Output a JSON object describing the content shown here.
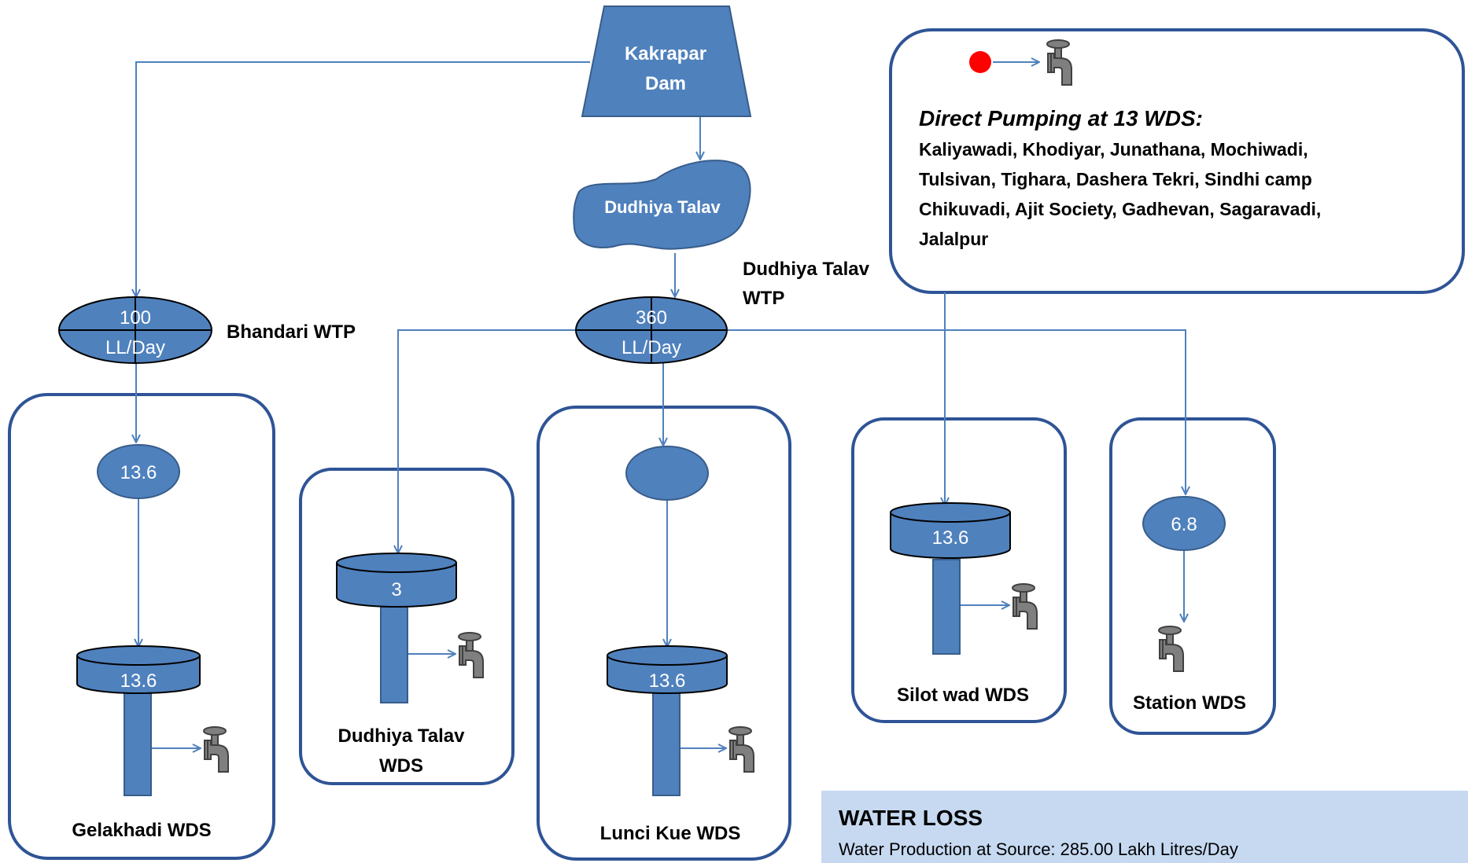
{
  "colors": {
    "shape_fill": "#4F81BD",
    "shape_stroke": "#385D8A",
    "container_stroke": "#2F5496",
    "arrow": "#4F81BD",
    "panel_bg": "#C6D9F1",
    "faucet": "#7F7F7F",
    "red_dot": "#FF0000"
  },
  "source": {
    "name_line1": "Kakrapar",
    "name_line2": "Dam"
  },
  "lake": {
    "name": "Dudhiya Talav"
  },
  "wtp_bhandari": {
    "value": "100",
    "unit": "LL/Day",
    "label": "Bhandari WTP"
  },
  "wtp_dudhiya": {
    "value": "360",
    "unit": "LL/Day",
    "label_line1": "Dudhiya Talav",
    "label_line2": "WTP"
  },
  "direct_pumping": {
    "title": "Direct Pumping at 13 WDS:",
    "lines": [
      "Kaliyawadi, Khodiyar, Junathana, Mochiwadi,",
      "Tulsivan, Tighara, Dashera Tekri, Sindhi camp",
      "Chikuvadi, Ajit Society, Gadhevan, Sagaravadi,",
      "Jalalpur"
    ]
  },
  "wds": {
    "gelakhadi": {
      "sump": "13.6",
      "tank": "13.6",
      "label": "Gelakhadi WDS"
    },
    "dudhiya_talav": {
      "tank": "3",
      "label_line1": "Dudhiya Talav",
      "label_line2": "WDS"
    },
    "lunci_kue": {
      "sump": "",
      "tank": "13.6",
      "label": "Lunci Kue WDS"
    },
    "silot_wad": {
      "tank": "13.6",
      "label": "Silot wad WDS"
    },
    "station": {
      "sump": "6.8",
      "label": "Station WDS"
    }
  },
  "water_loss": {
    "title": "WATER LOSS",
    "text": "Water Production at Source: 285.00 Lakh Litres/Day"
  }
}
